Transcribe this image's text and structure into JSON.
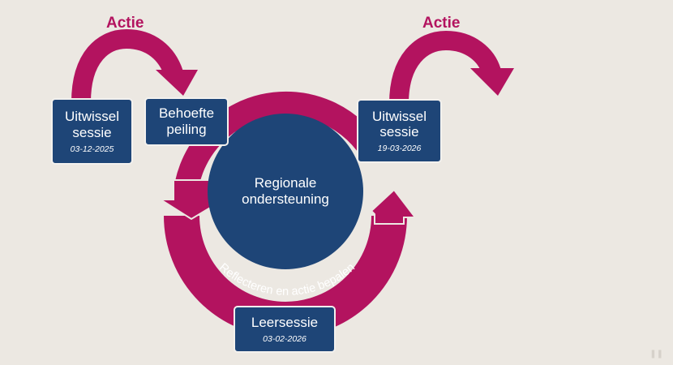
{
  "colors": {
    "magenta": "#b3135f",
    "navy": "#1e4577",
    "background": "#ece8e2"
  },
  "center": {
    "line1": "Regionale",
    "line2": "ondersteuning"
  },
  "ring_label": "Reflecteren en actie bepalen",
  "actions": {
    "left": "Actie",
    "right": "Actie"
  },
  "boxes": {
    "uitwissel_1": {
      "line1": "Uitwissel",
      "line2": "sessie",
      "date": "03-12-2025"
    },
    "behoefte": {
      "line1": "Behoefte",
      "line2": "peiling"
    },
    "uitwissel_2": {
      "line1": "Uitwissel",
      "line2": "sessie",
      "date": "19-03-2026"
    },
    "leer": {
      "line1": "Leersessie",
      "date": "03-02-2026"
    }
  },
  "pause_icon": "pause-icon"
}
